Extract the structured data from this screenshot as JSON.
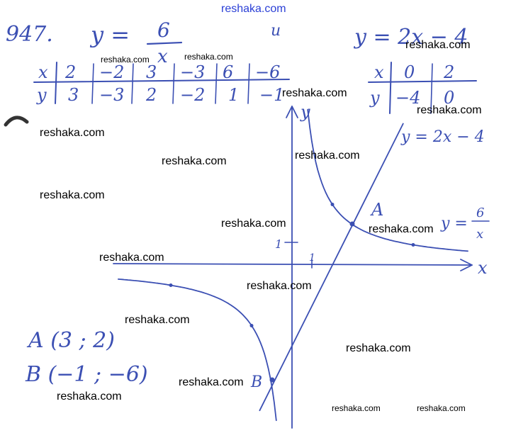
{
  "site": "reshaka.com",
  "problem": {
    "number": "947.",
    "eq1_lhs": "y =",
    "eq1_num": "6",
    "eq1_den": "x",
    "conj": "и",
    "eq2": "y = 2x − 4"
  },
  "table1": {
    "x_label": "x",
    "y_label": "y",
    "x": [
      "2",
      "−2",
      "3",
      "−3",
      "6",
      "−6"
    ],
    "y": [
      "3",
      "−3",
      "2",
      "−2",
      "1",
      "−1"
    ]
  },
  "table2": {
    "x_label": "x",
    "y_label": "y",
    "x": [
      "0",
      "2"
    ],
    "y": [
      "−4",
      "0"
    ]
  },
  "graph": {
    "y_axis_label": "y",
    "x_axis_label": "x",
    "one_y": "1",
    "one_x": "1",
    "line_label": "y = 2x − 4",
    "hyperbola_label_lhs": "y =",
    "hyperbola_label_num": "6",
    "hyperbola_label_den": "x",
    "point_A": "A",
    "point_B": "B"
  },
  "answers": {
    "A": "A (3 ; 2)",
    "B": "B (−1 ; −6)"
  }
}
